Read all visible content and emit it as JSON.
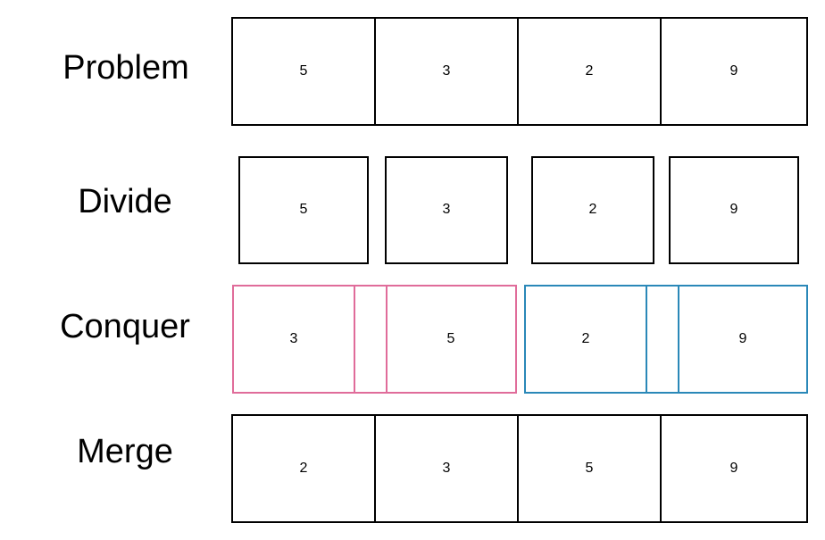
{
  "rows": {
    "problem": {
      "label": "Problem",
      "values": [
        "5",
        "3",
        "2",
        "9"
      ]
    },
    "divide": {
      "label": "Divide",
      "values": [
        "5",
        "3",
        "2",
        "9"
      ]
    },
    "conquer": {
      "label": "Conquer",
      "values": [
        "3",
        "5",
        "2",
        "9"
      ]
    },
    "merge": {
      "label": "Merge",
      "values": [
        "2",
        "3",
        "5",
        "9"
      ]
    }
  },
  "colors": {
    "stroke": "#000000",
    "left_group": "#e06c9a",
    "right_group": "#2a88b8"
  }
}
